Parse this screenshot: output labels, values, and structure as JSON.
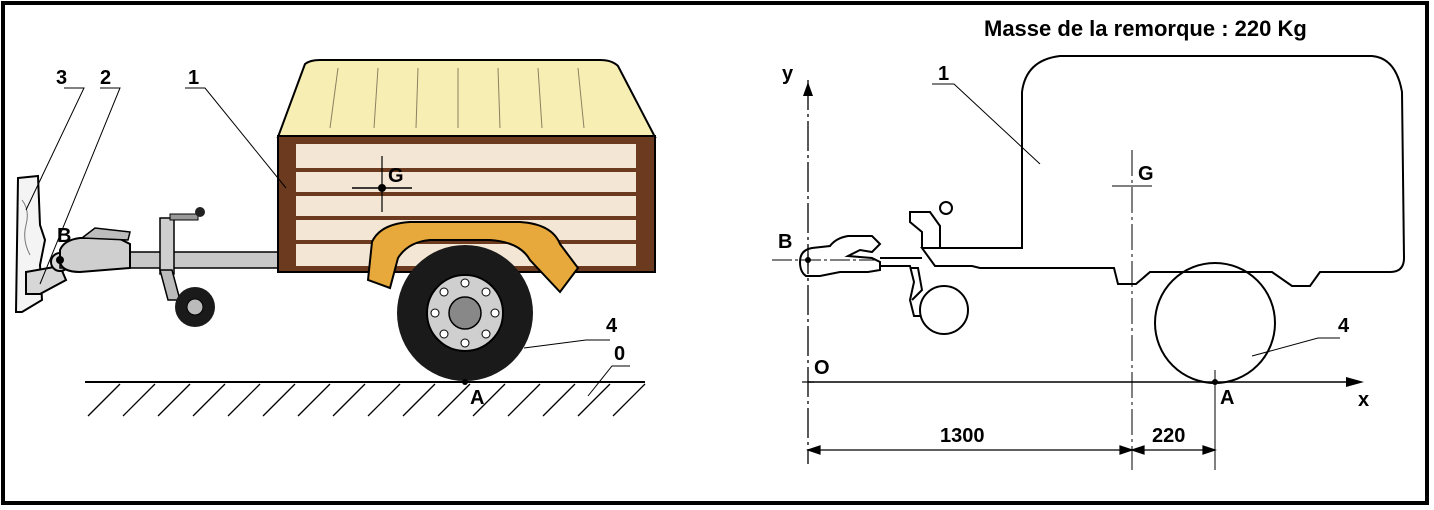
{
  "title": "Masse de la remorque : 220 Kg",
  "left_view": {
    "labels": {
      "part_3": "3",
      "part_2": "2",
      "part_1": "1",
      "part_4": "4",
      "part_0": "0",
      "point_B": "B",
      "point_G": "G",
      "point_A": "A"
    }
  },
  "right_view": {
    "labels": {
      "axis_y": "y",
      "axis_x": "x",
      "origin": "O",
      "part_1": "1",
      "part_4": "4",
      "point_B": "B",
      "point_G": "G",
      "point_A": "A"
    },
    "dimensions": {
      "O_to_G": "1300",
      "G_to_A": "220"
    }
  },
  "colors": {
    "canopy": "#f7eeb4",
    "box_wood": "#f3e6d4",
    "box_frame": "#6b3a1f",
    "fender": "#e8a93c",
    "tire": "#1a1a1a",
    "hub": "#cfcfcf",
    "drawbar": "#c8c8c8"
  }
}
